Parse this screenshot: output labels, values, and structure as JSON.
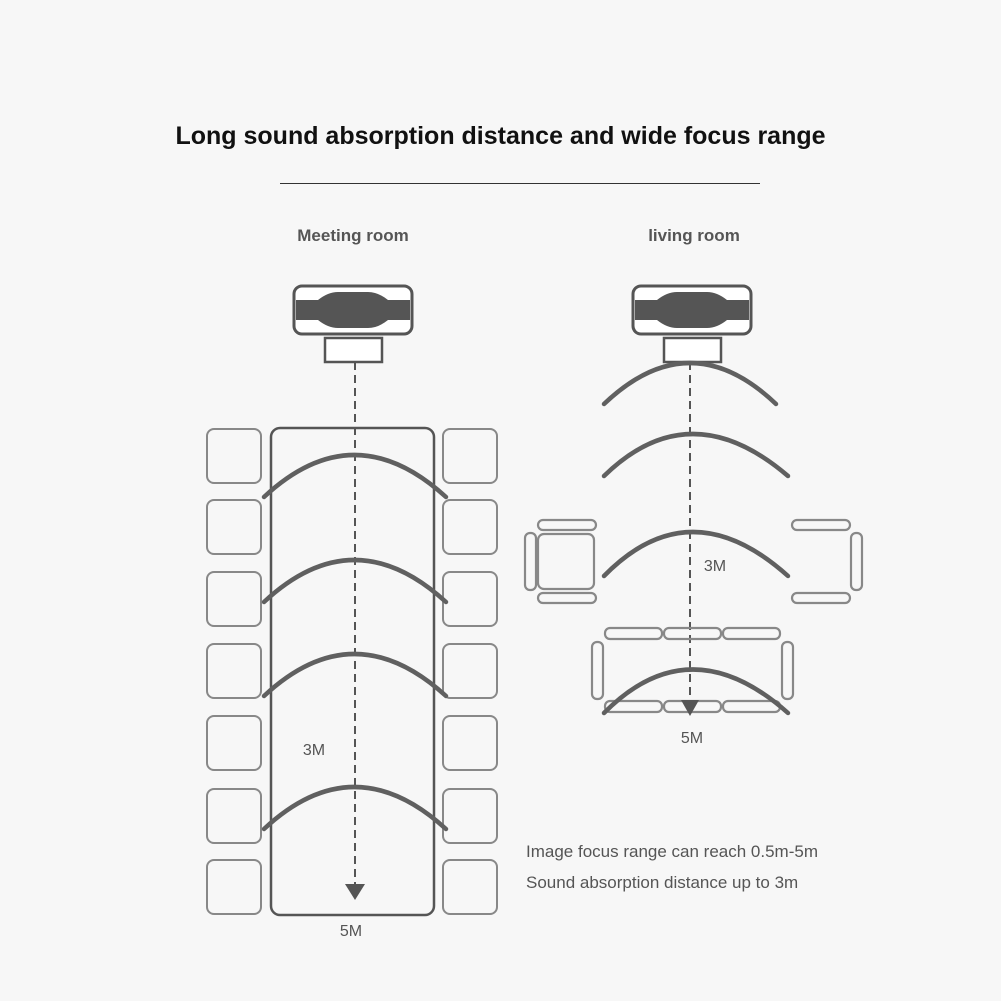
{
  "title": "Long sound absorption distance and wide focus range",
  "meeting": {
    "title": "Meeting room",
    "label_3m": "3M",
    "label_5m": "5M"
  },
  "living": {
    "title": "living room",
    "label_3m": "3M",
    "label_5m": "5M"
  },
  "notes": [
    "Image focus range can reach 0.5m-5m",
    "Sound absorption distance up to 3m"
  ],
  "colors": {
    "line": "#5f5f5f",
    "light": "#888888",
    "camera": "#555555",
    "background": "#f7f7f7"
  },
  "icons": [
    "camera-icon",
    "sound-wave-icon",
    "chair-icon",
    "sofa-icon",
    "arrow-down-icon"
  ]
}
